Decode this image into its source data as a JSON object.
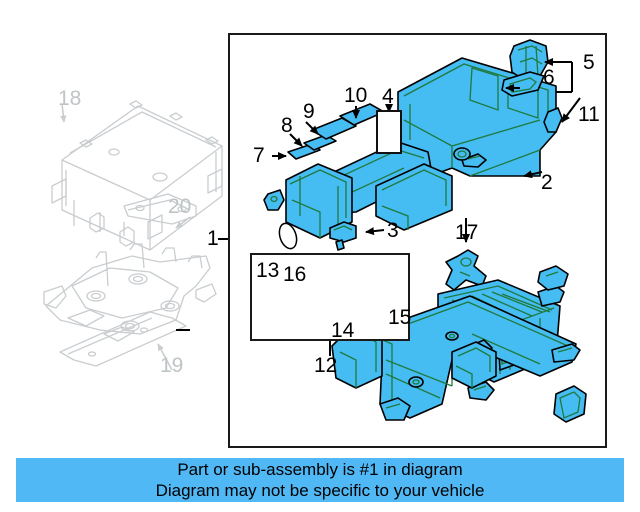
{
  "banner": {
    "background_color": "#4FB8F5",
    "line1": "Part or sub-assembly is #1 in diagram",
    "line2": "Diagram may not be specific to your vehicle"
  },
  "colors": {
    "part_fill": "#45BCF2",
    "part_outline": "#000000",
    "part_shading": "#1F7A3D",
    "ghost_line": "#C9CDCF",
    "frame_border": "#1A1A1A",
    "background": "#FFFFFF"
  },
  "diagram": {
    "frame_label": "1",
    "sub_assembly_label": "12",
    "callouts": [
      {
        "id": "1",
        "label": "1",
        "target": "main-assembly-frame"
      },
      {
        "id": "2",
        "label": "2",
        "target": "battery-pack-cover"
      },
      {
        "id": "3",
        "label": "3",
        "target": "bracket-small"
      },
      {
        "id": "4",
        "label": "4",
        "target": "spring-and-washer"
      },
      {
        "id": "5",
        "label": "5",
        "target": "connector-cap"
      },
      {
        "id": "6",
        "label": "6",
        "target": "seal-gasket"
      },
      {
        "id": "7",
        "label": "7",
        "target": "shim-plate-a"
      },
      {
        "id": "8",
        "label": "8",
        "target": "shim-plate-b"
      },
      {
        "id": "9",
        "label": "9",
        "target": "shim-plate-c"
      },
      {
        "id": "10",
        "label": "10",
        "target": "shim-plate-d"
      },
      {
        "id": "11",
        "label": "11",
        "target": "seal-strip"
      },
      {
        "id": "12",
        "label": "12",
        "target": "sub-assembly-frame"
      },
      {
        "id": "13",
        "label": "13",
        "target": "cover-panel"
      },
      {
        "id": "14",
        "label": "14",
        "target": "clip-hook"
      },
      {
        "id": "15",
        "label": "15",
        "target": "side-plate"
      },
      {
        "id": "16",
        "label": "16",
        "target": "mount-block"
      },
      {
        "id": "17",
        "label": "17",
        "target": "three-arm-bracket"
      },
      {
        "id": "18",
        "label": "18",
        "target": "inverter-unit-ghost"
      },
      {
        "id": "19",
        "label": "19",
        "target": "subframe-ghost"
      },
      {
        "id": "20",
        "label": "20",
        "target": "stay-bracket-ghost"
      }
    ]
  }
}
